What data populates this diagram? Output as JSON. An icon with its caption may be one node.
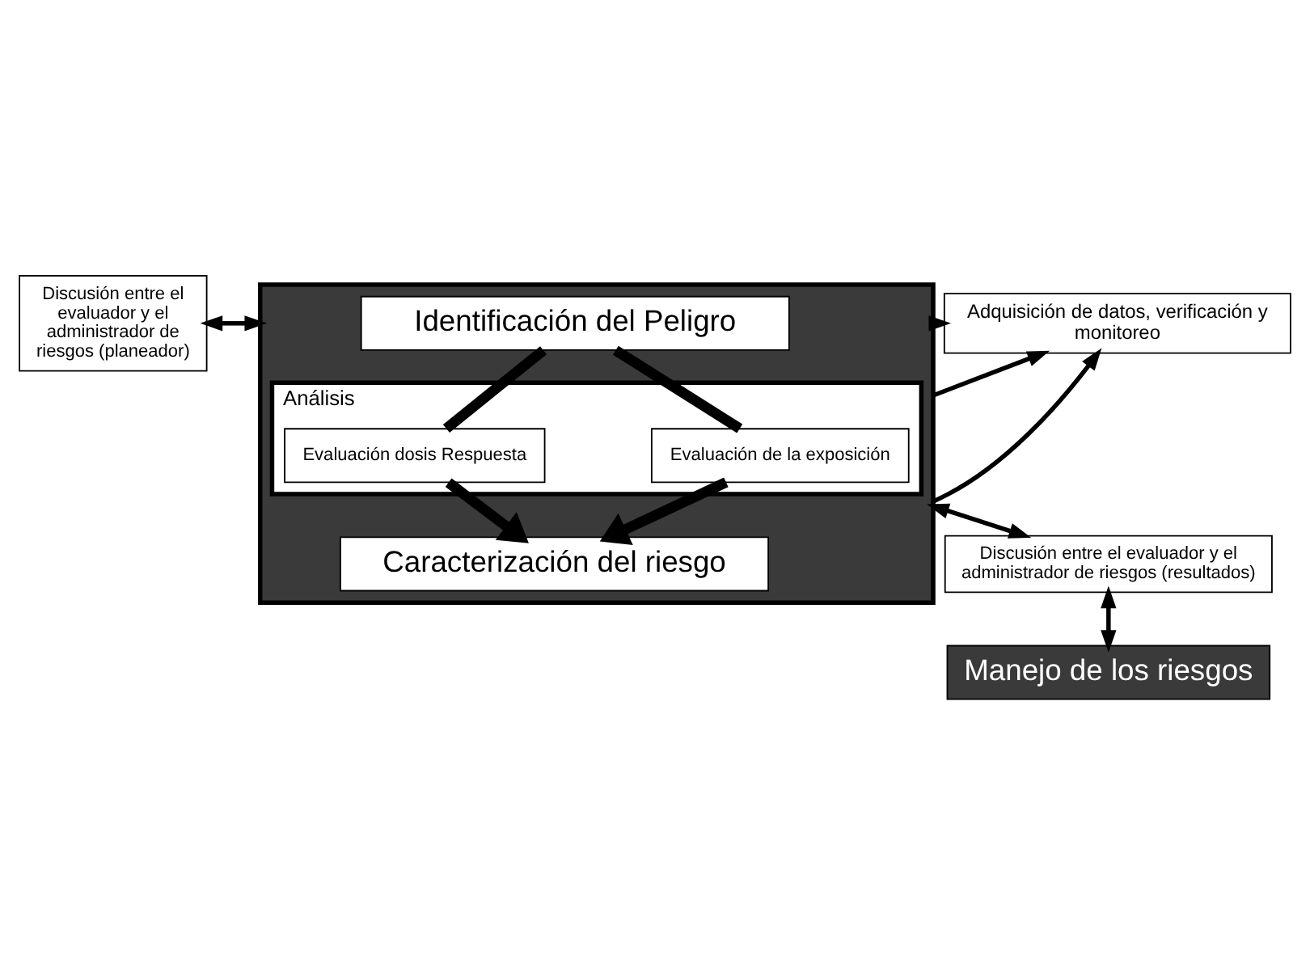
{
  "diagram": {
    "nodes": [
      {
        "text": [],
        "shape": "box"
      },
      {
        "text": [
          "Identificación del Peligro"
        ],
        "in": 0
      },
      {
        "text": [
          "Análisis"
        ],
        "in": 0
      },
      {
        "text": [
          "Evaluación dosis Respuesta"
        ],
        "in": 2
      },
      {
        "text": [
          "Evaluación de la exposición"
        ],
        "in": 2
      },
      {
        "text": [
          "Caracterización del riesgo"
        ],
        "in": 0
      },
      {
        "text": [
          "Discusión entre el evaluador y el administrador de riesgos (planeador)"
        ]
      },
      {
        "text": [
          "Discusión entre el evaluador y el administrador de riesgos (resultados)"
        ]
      },
      {
        "text": [
          "Manejo de los riesgos"
        ]
      },
      {
        "text": [
          "Adquisición de datos, verificación y monitoreo"
        ]
      }
    ],
    "edges": [
      {
        "from": 6,
        "to": 0,
        "arrow": "both"
      },
      {
        "from": 1,
        "to": 3,
        "arrow": "none",
        "style": "thick"
      },
      {
        "from": 3,
        "to": 5,
        "arrow": "to",
        "style": "thick"
      },
      {
        "from": 1,
        "to": 4,
        "arrow": "none",
        "style": "thick"
      },
      {
        "from": 4,
        "to": 5,
        "arrow": "to",
        "style": "thick"
      },
      {
        "from": 0,
        "to": 9,
        "arrow": "to"
      },
      {
        "from": 0,
        "to": 9,
        "arrow": "to"
      },
      {
        "from": 0,
        "to": 9,
        "arrow": "to"
      },
      {
        "from": 0,
        "to": 7,
        "arrow": "both"
      },
      {
        "from": 7,
        "to": 8,
        "arrow": "both"
      }
    ]
  }
}
